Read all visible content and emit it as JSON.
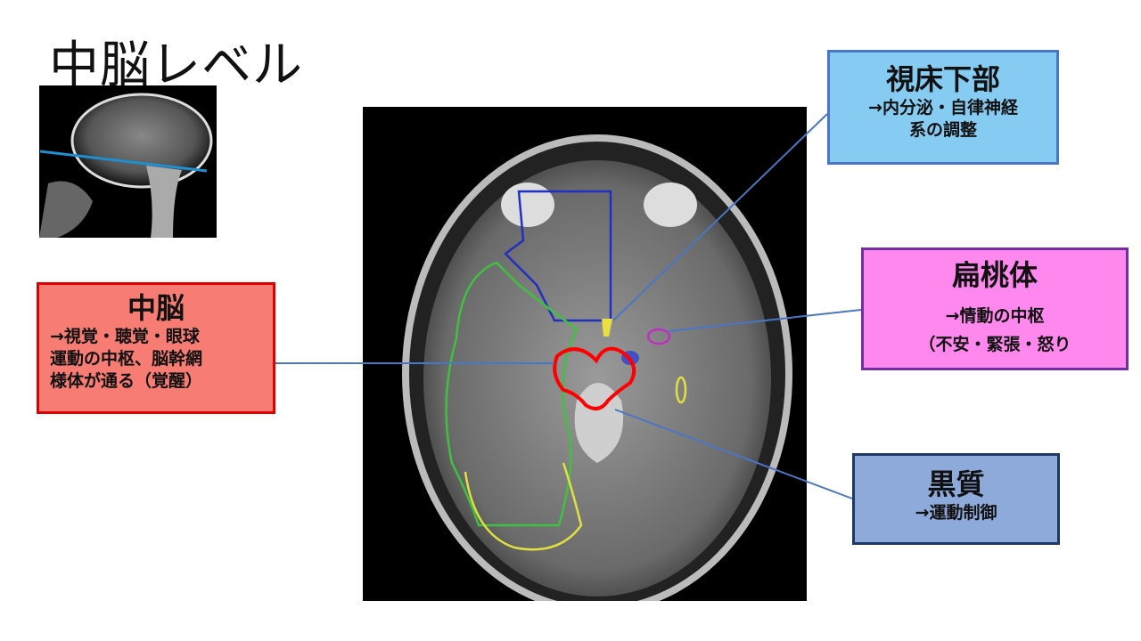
{
  "title": "中脳レベル",
  "labels": {
    "midbrain": {
      "heading": "中脳",
      "lines": [
        "→視覚・聴覚・眼球",
        "運動の中枢、脳幹網",
        "様体が通る（覚醒）"
      ],
      "color": "#e00000"
    },
    "hypothalamus": {
      "heading": "視床下部",
      "lines": [
        "→内分泌・自律神経",
        "系の調整"
      ],
      "color": "#4a76c6"
    },
    "amygdala": {
      "heading": "扁桃体",
      "lines": [
        "→情動の中枢",
        "（不安・緊張・怒り"
      ],
      "color": "#7030a0"
    },
    "substantia_nigra": {
      "heading": "黒質",
      "lines": [
        "→運動制御"
      ],
      "color": "#1f3864"
    }
  }
}
